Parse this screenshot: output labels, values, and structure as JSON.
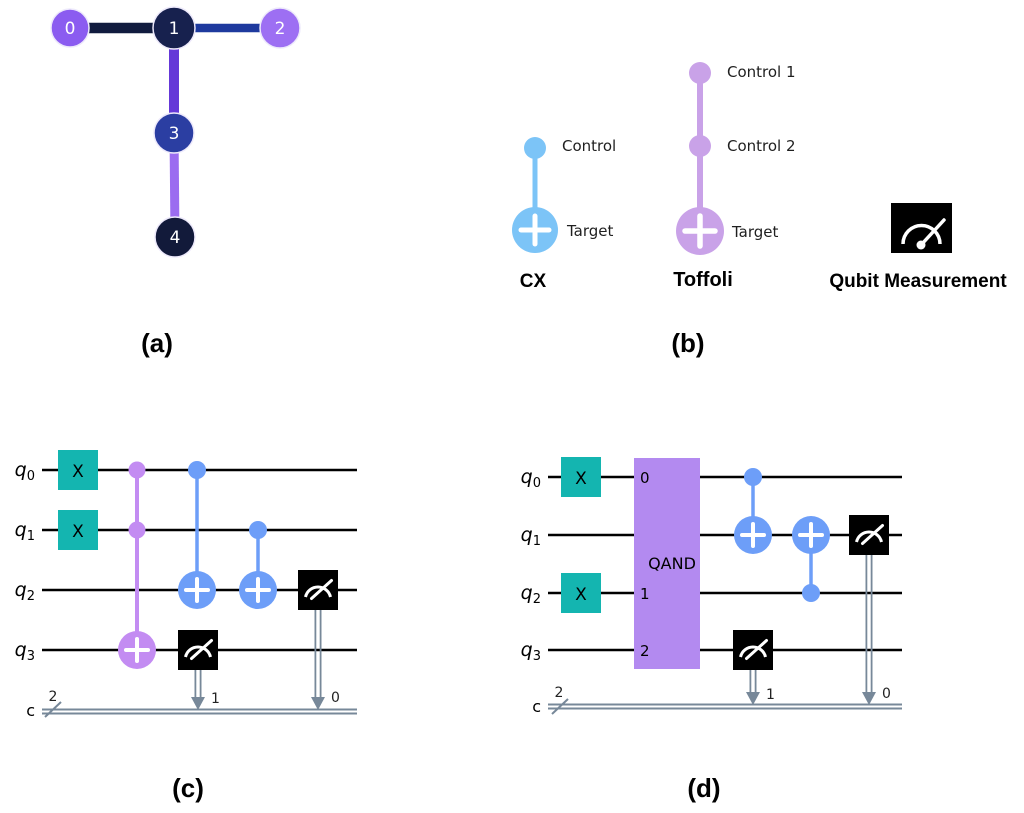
{
  "panels": {
    "a": "(a)",
    "b": "(b)",
    "c": "(c)",
    "d": "(d)"
  },
  "graph": {
    "description": "qubit coupling map, T-shaped, 5 nodes",
    "nodes": [
      {
        "label": "0",
        "color": "#8b5cf0"
      },
      {
        "label": "1",
        "color": "#17214e"
      },
      {
        "label": "2",
        "color": "#9d6ff3"
      },
      {
        "label": "3",
        "color": "#2b3ea2"
      },
      {
        "label": "4",
        "color": "#121a3a"
      }
    ],
    "edges": [
      {
        "from": "0",
        "to": "1",
        "color": "#111b3e"
      },
      {
        "from": "1",
        "to": "2",
        "color": "#1e3a9e"
      },
      {
        "from": "1",
        "to": "3",
        "color": "#6538d8"
      },
      {
        "from": "3",
        "to": "4",
        "color": "#9b6cf0"
      }
    ]
  },
  "legend": {
    "cx": {
      "name": "CX",
      "control_label": "Control",
      "target_label": "Target",
      "color": "#7cc4f7"
    },
    "toffoli": {
      "name": "Toffoli",
      "control1_label": "Control 1",
      "control2_label": "Control 2",
      "target_label": "Target",
      "color": "#c9a2e8"
    },
    "measurement": {
      "name": "Qubit Measurement",
      "color": "#000000"
    }
  },
  "circuit_c": {
    "qubits": [
      {
        "base": "q",
        "sub": "0"
      },
      {
        "base": "q",
        "sub": "1"
      },
      {
        "base": "q",
        "sub": "2"
      },
      {
        "base": "q",
        "sub": "3"
      }
    ],
    "classical": {
      "label": "c",
      "width": "2"
    },
    "x_label": "X",
    "bit_labels": {
      "measure_q3": "1",
      "measure_q2": "0"
    },
    "operations": [
      {
        "gate": "X",
        "qubits": [
          "q0"
        ]
      },
      {
        "gate": "X",
        "qubits": [
          "q1"
        ]
      },
      {
        "gate": "Toffoli",
        "controls": [
          "q0",
          "q1"
        ],
        "target": "q3"
      },
      {
        "gate": "CX",
        "control": "q0",
        "target": "q2"
      },
      {
        "gate": "CX",
        "control": "q1",
        "target": "q2"
      },
      {
        "gate": "measure",
        "qubit": "q3",
        "bit": "1"
      },
      {
        "gate": "measure",
        "qubit": "q2",
        "bit": "0"
      }
    ]
  },
  "circuit_d": {
    "qubits": [
      {
        "base": "q",
        "sub": "0"
      },
      {
        "base": "q",
        "sub": "1"
      },
      {
        "base": "q",
        "sub": "2"
      },
      {
        "base": "q",
        "sub": "3"
      }
    ],
    "classical": {
      "label": "c",
      "width": "2"
    },
    "x_label": "X",
    "qand_label": "QAND",
    "ports": [
      "0",
      "1",
      "2"
    ],
    "bit_labels": {
      "measure_q3": "1",
      "measure_q1": "0"
    },
    "operations": [
      {
        "gate": "X",
        "qubits": [
          "q0"
        ]
      },
      {
        "gate": "X",
        "qubits": [
          "q2"
        ]
      },
      {
        "gate": "QAND",
        "port0": "q0",
        "port1": "q2",
        "port2": "q3"
      },
      {
        "gate": "CX",
        "control": "q0",
        "target": "q1"
      },
      {
        "gate": "CX",
        "control": "q2",
        "target": "q1"
      },
      {
        "gate": "measure",
        "qubit": "q3",
        "bit": "1"
      },
      {
        "gate": "measure",
        "qubit": "q1",
        "bit": "0"
      }
    ]
  },
  "colors": {
    "x_gate_teal": "#14b5b0",
    "cx_blue": "#6d9ef8",
    "toffoli_purple": "#c38cf2",
    "qand_purple": "#b38af0",
    "measurement_black": "#000000",
    "classical_wire_gray": "#778899",
    "wire_black": "#000000"
  }
}
